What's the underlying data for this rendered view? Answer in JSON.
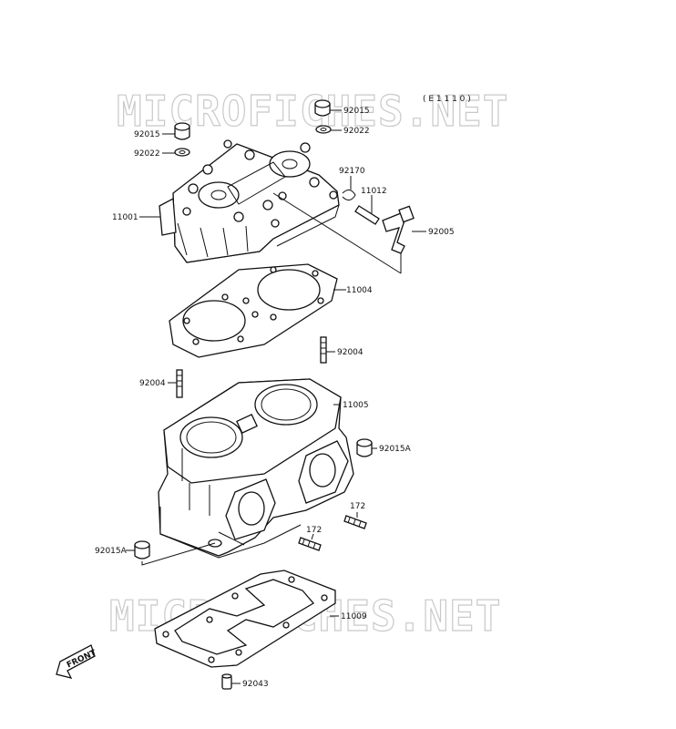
{
  "diagram": {
    "code": "( E 1 1 1 0 )",
    "watermark_text": "MICROFICHES.NET",
    "front_label": "FRONT",
    "parts": {
      "p92015_top": "92015",
      "p92022_top": "92022",
      "p92015_left": "92015",
      "p92022_left": "92022",
      "p92170": "92170",
      "p11012": "11012",
      "p11001": "11001",
      "p92005": "92005",
      "p11004": "11004",
      "p92004_right": "92004",
      "p92004_left": "92004",
      "p11005": "11005",
      "p92015A_right": "92015A",
      "p172_right": "172",
      "p172_left": "172",
      "p92015A_left": "92015A",
      "p11009": "11009",
      "p92043": "92043"
    }
  }
}
